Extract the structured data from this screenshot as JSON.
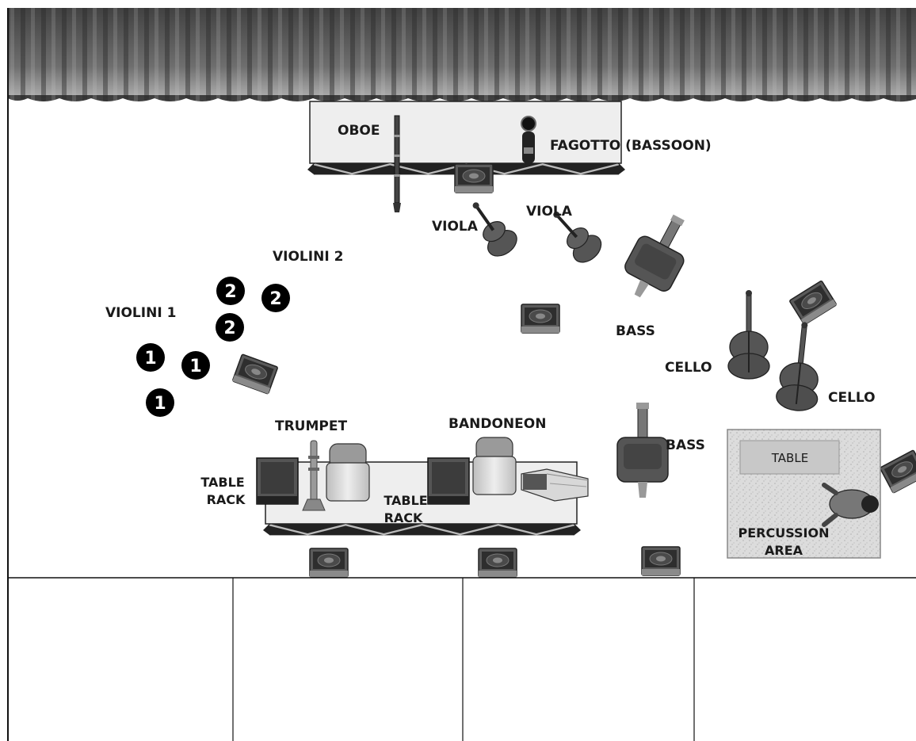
{
  "labels": {
    "oboe": "OBOE",
    "fagotto": "FAGOTTO (BASSOON)",
    "viola_left": "VIOLA",
    "viola_right": "VIOLA",
    "violini2": "VIOLINI 2",
    "violini1": "VIOLINI 1",
    "bass_upper": "BASS",
    "cello_left": "CELLO",
    "cello_right": "CELLO",
    "trumpet": "TRUMPET",
    "bandoneon": "BANDONEON",
    "bass_lower": "BASS",
    "table_rack_left_1": "TABLE",
    "table_rack_left_2": "RACK",
    "table_rack_mid_1": "TABLE",
    "table_rack_mid_2": "RACK",
    "percussion_table": "TABLE",
    "percussion_1": "PERCUSSION",
    "percussion_2": "AREA"
  },
  "violin_markers": {
    "second": [
      "2",
      "2",
      "2"
    ],
    "first": [
      "1",
      "1",
      "1"
    ]
  }
}
